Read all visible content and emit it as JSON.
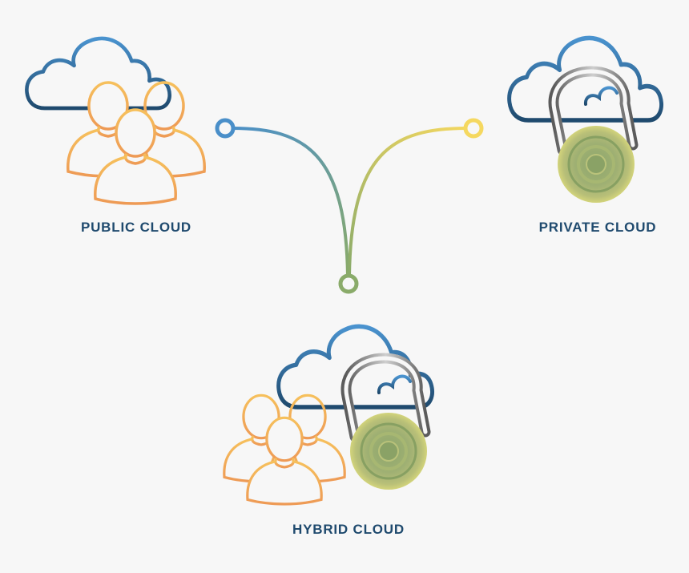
{
  "labels": {
    "public": "PUBLIC CLOUD",
    "private": "PRIVATE CLOUD",
    "hybrid": "HYBRID CLOUD"
  },
  "colors": {
    "background": "#f7f7f7",
    "label_text": "#1f4a6e",
    "cloud_blue_light": "#4a93cf",
    "cloud_blue_dark": "#1f4a6e",
    "people_yellow": "#f6c05c",
    "people_orange": "#ee9a55",
    "lock_green": "#86a064",
    "lock_green_light": "#d8d77d",
    "shackle_gray": "#6e6e6e",
    "connector_blue": "#4a8fc9",
    "connector_yellow": "#f5d860",
    "connector_green": "#8aab6a"
  },
  "icons": {
    "public": [
      "cloud-icon",
      "people-icon"
    ],
    "private": [
      "cloud-icon",
      "padlock-icon"
    ],
    "hybrid": [
      "cloud-icon",
      "people-icon",
      "padlock-icon"
    ]
  }
}
